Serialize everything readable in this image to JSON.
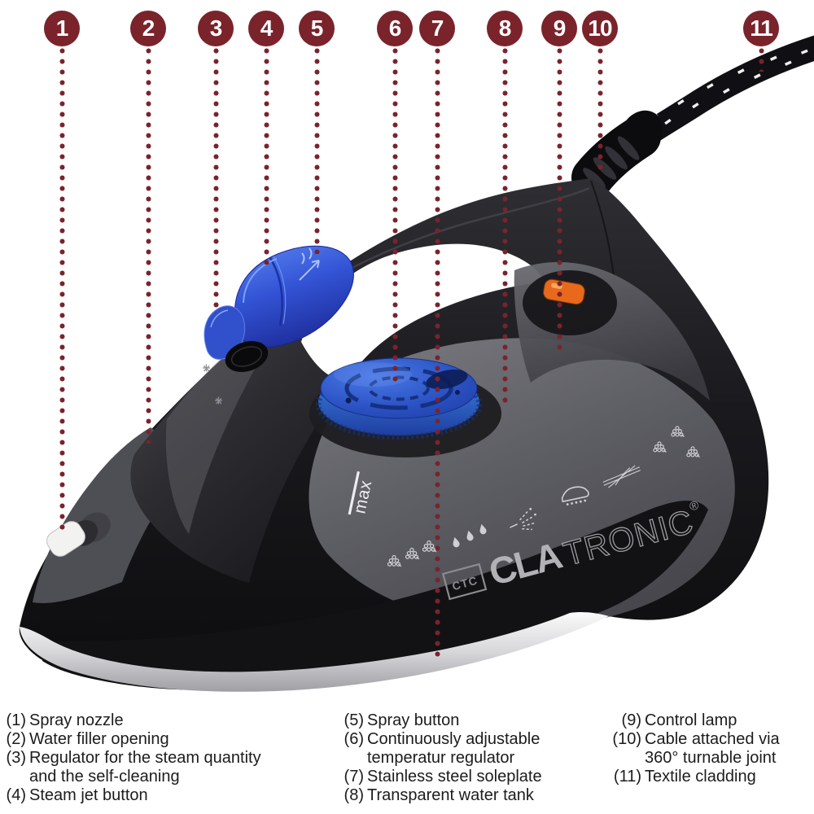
{
  "colors": {
    "maroon": "#7a232b",
    "button-blue": "#3354d6",
    "dial-blue": "#2a50c2",
    "lamp-orange": "#e8681c",
    "body-black": "#131316",
    "panel-grey": "#5f5f66",
    "soleplate-silver": "#d7d7da",
    "text": "#1c1c1c",
    "background": "#ffffff"
  },
  "callouts": [
    {
      "num": "1"
    },
    {
      "num": "2"
    },
    {
      "num": "3"
    },
    {
      "num": "4"
    },
    {
      "num": "5"
    },
    {
      "num": "6"
    },
    {
      "num": "7"
    },
    {
      "num": "8"
    },
    {
      "num": "9"
    },
    {
      "num": "10"
    },
    {
      "num": "11"
    }
  ],
  "legend": {
    "col1": [
      {
        "num": "(1)",
        "text": "Spray nozzle"
      },
      {
        "num": "(2)",
        "text": "Water filler opening"
      },
      {
        "num": "(3)",
        "text": "Regulator for the steam quantity and the self-cleaning"
      },
      {
        "num": "(4)",
        "text": "Steam jet button"
      }
    ],
    "col2": [
      {
        "num": "(5)",
        "text": "Spray button"
      },
      {
        "num": "(6)",
        "text": "Continuously adjustable temperatur regulator"
      },
      {
        "num": "(7)",
        "text": "Stainless steel soleplate"
      },
      {
        "num": "(8)",
        "text": "Transparent water tank"
      }
    ],
    "col3": [
      {
        "num": "(9)",
        "text": "Control lamp"
      },
      {
        "num": "(10)",
        "text": "Cable attached via 360° turnable joint"
      },
      {
        "num": "(11)",
        "text": "Textile cladding"
      }
    ]
  },
  "iron": {
    "brand_box": "CTC",
    "brand_solid": "CLA",
    "brand_outline": "TRONIC",
    "brand_reg": "®",
    "max_label": "max"
  },
  "icons": {
    "steam_quantity": "pinecone-cluster",
    "water_drip": "droplets",
    "spray_mist": "mist-fan",
    "glide_iron": "iron-outline",
    "self_clean": "scribble-lines",
    "steam_jet": "arrow-with-steam"
  }
}
